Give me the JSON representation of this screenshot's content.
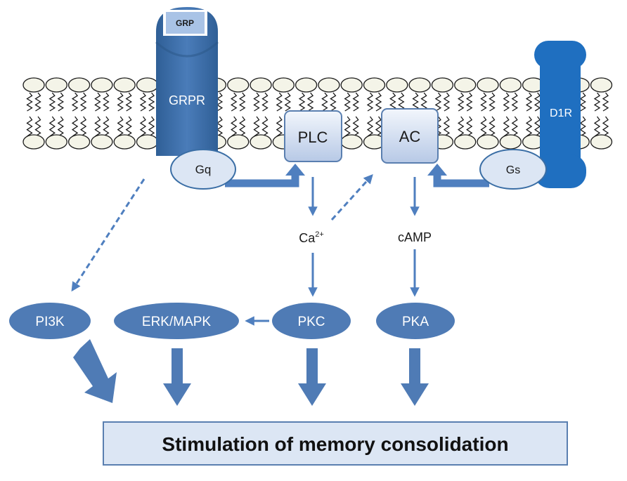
{
  "receptors": {
    "ligand": "GRP",
    "grpr": "GRPR",
    "d1r": "D1R"
  },
  "g_proteins": {
    "gq": "Gq",
    "gs": "Gs"
  },
  "enzymes": {
    "plc": "PLC",
    "ac": "AC"
  },
  "messengers": {
    "ca_base": "Ca",
    "ca_superscript": "2+",
    "camp": "cAMP"
  },
  "kinases": {
    "pi3k": "PI3K",
    "erk": "ERK/MAPK",
    "pkc": "PKC",
    "pka": "PKA"
  },
  "outcome": {
    "label": "Stimulation of memory consolidation"
  },
  "colors": {
    "kinase_fill": "#4f7bb5",
    "receptor_blue": "#3a6ea5",
    "d1r_blue": "#1f6fc0",
    "arrow_blue": "#4f7fbf",
    "box_light": "#dce6f4",
    "lipid_head": "#f4f4e8"
  }
}
